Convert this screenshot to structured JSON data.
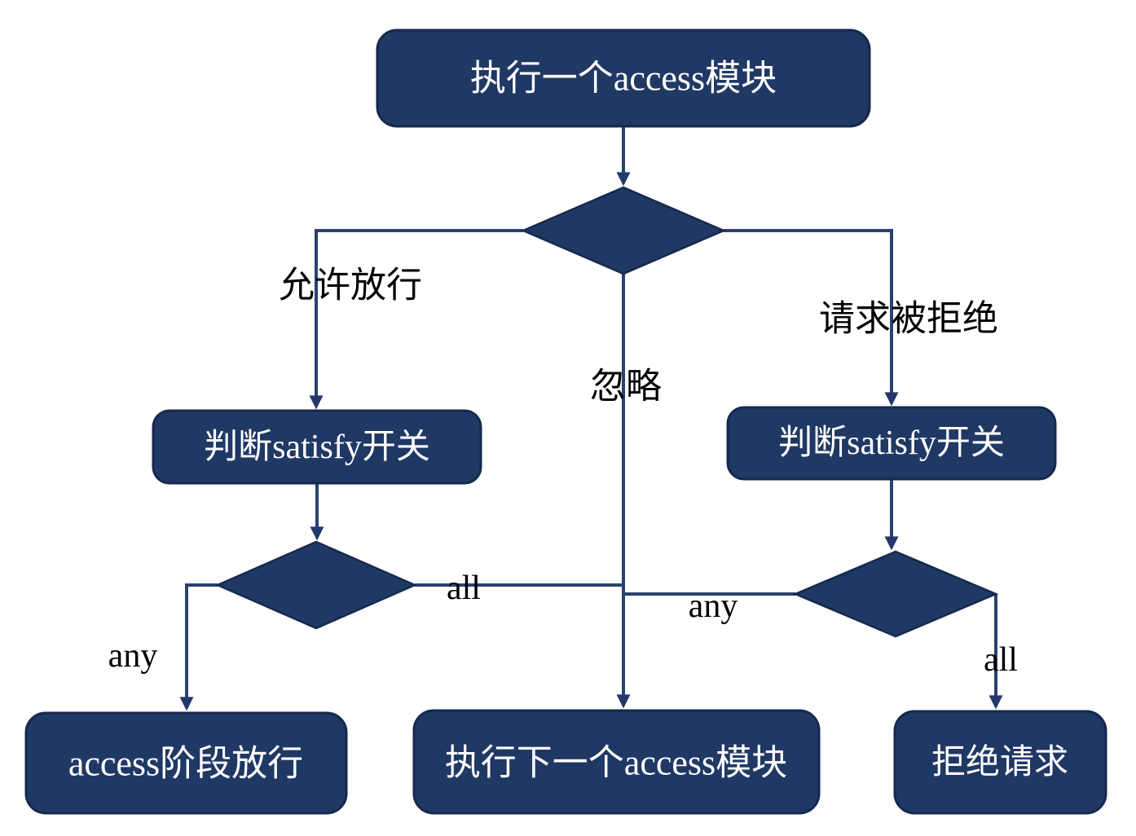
{
  "diagram": {
    "nodes": {
      "start": {
        "label": "执行一个access模块"
      },
      "satisfy_left": {
        "label": "判断satisfy开关"
      },
      "satisfy_right": {
        "label": "判断satisfy开关"
      },
      "access_allow": {
        "label": "access阶段放行"
      },
      "next_module": {
        "label": "执行下一个access模块"
      },
      "deny_request": {
        "label": "拒绝请求"
      }
    },
    "edge_labels": {
      "allow": "允许放行",
      "denied": "请求被拒绝",
      "ignore": "忽略",
      "left_any": "any",
      "left_all": "all",
      "right_any": "any",
      "right_all": "all"
    },
    "colors": {
      "node_fill": "#203864",
      "node_border": "#16294d",
      "connector": "#2a4170",
      "node_text": "#ffffff",
      "label_text": "#000000",
      "background": "#ffffff"
    }
  }
}
